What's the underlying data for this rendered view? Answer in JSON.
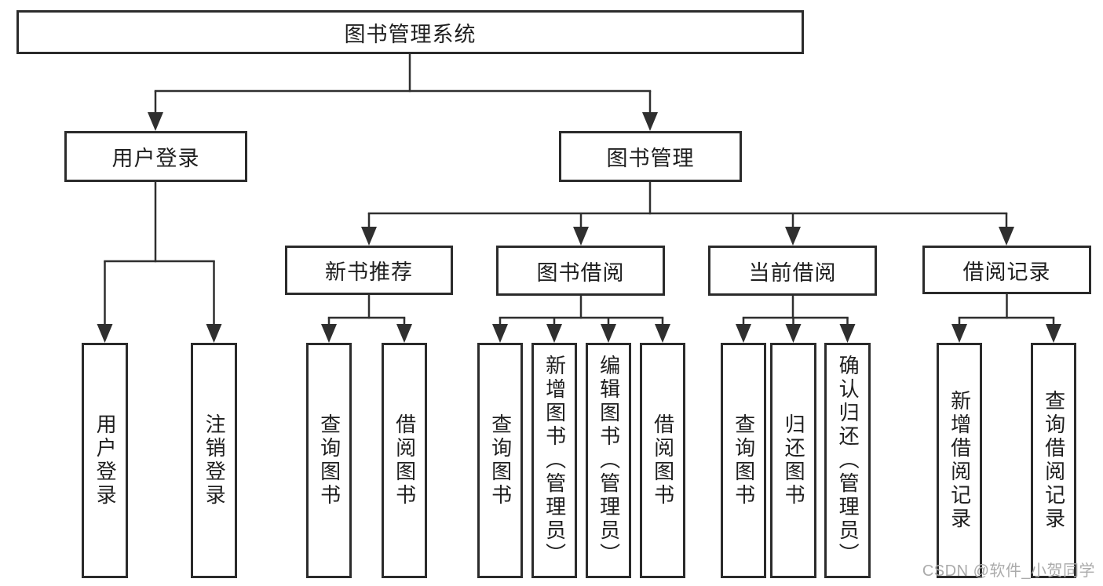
{
  "tree": {
    "label": "图书管理系统",
    "children": [
      {
        "label": "用户登录",
        "children": [
          {
            "label": "用户登录"
          },
          {
            "label": "注销登录"
          }
        ]
      },
      {
        "label": "图书管理",
        "children": [
          {
            "label": "新书推荐",
            "children": [
              {
                "label": "查询图书"
              },
              {
                "label": "借阅图书"
              }
            ]
          },
          {
            "label": "图书借阅",
            "children": [
              {
                "label": "查询图书"
              },
              {
                "label": "新增图书（管理员）"
              },
              {
                "label": "编辑图书（管理员）"
              },
              {
                "label": "借阅图书"
              }
            ]
          },
          {
            "label": "当前借阅",
            "children": [
              {
                "label": "查询图书"
              },
              {
                "label": "归还图书"
              },
              {
                "label": "确认归还（管理员）"
              }
            ]
          },
          {
            "label": "借阅记录",
            "children": [
              {
                "label": "新增借阅记录"
              },
              {
                "label": "查询借阅记录"
              }
            ]
          }
        ]
      }
    ]
  },
  "watermark": "CSDN @软件_小贺同学",
  "colors": {
    "line": "#2f2f2f",
    "border": "#2b2b2b",
    "text": "#1f1f1f",
    "background": "#ffffff",
    "watermark": "#ababab"
  }
}
